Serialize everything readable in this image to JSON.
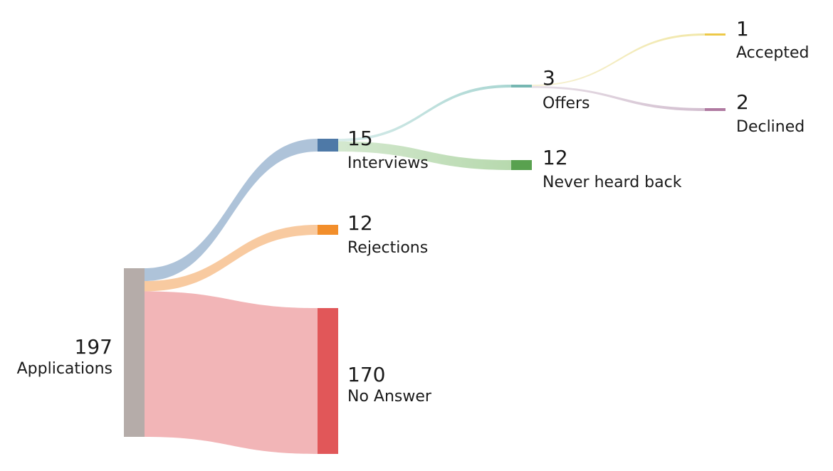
{
  "chart_data": {
    "type": "sankey",
    "nodes": [
      {
        "id": "applications",
        "name": "Applications",
        "value": 197,
        "color": "#b5aca9"
      },
      {
        "id": "interviews",
        "name": "Interviews",
        "value": 15,
        "color": "#4e79a7"
      },
      {
        "id": "rejections",
        "name": "Rejections",
        "value": 12,
        "color": "#f28e2b"
      },
      {
        "id": "no_answer",
        "name": "No Answer",
        "value": 170,
        "color": "#e15759"
      },
      {
        "id": "offers",
        "name": "Offers",
        "value": 3,
        "color": "#76b7b2"
      },
      {
        "id": "never_heard",
        "name": "Never heard back",
        "value": 12,
        "color": "#59a14f"
      },
      {
        "id": "accepted",
        "name": "Accepted",
        "value": 1,
        "color": "#edc948"
      },
      {
        "id": "declined",
        "name": "Declined",
        "value": 2,
        "color": "#b07aa1"
      }
    ],
    "links": [
      {
        "source": "applications",
        "target": "interviews",
        "value": 15
      },
      {
        "source": "applications",
        "target": "rejections",
        "value": 12
      },
      {
        "source": "applications",
        "target": "no_answer",
        "value": 170
      },
      {
        "source": "interviews",
        "target": "offers",
        "value": 3
      },
      {
        "source": "interviews",
        "target": "never_heard",
        "value": 12
      },
      {
        "source": "offers",
        "target": "accepted",
        "value": 1
      },
      {
        "source": "offers",
        "target": "declined",
        "value": 2
      }
    ]
  }
}
